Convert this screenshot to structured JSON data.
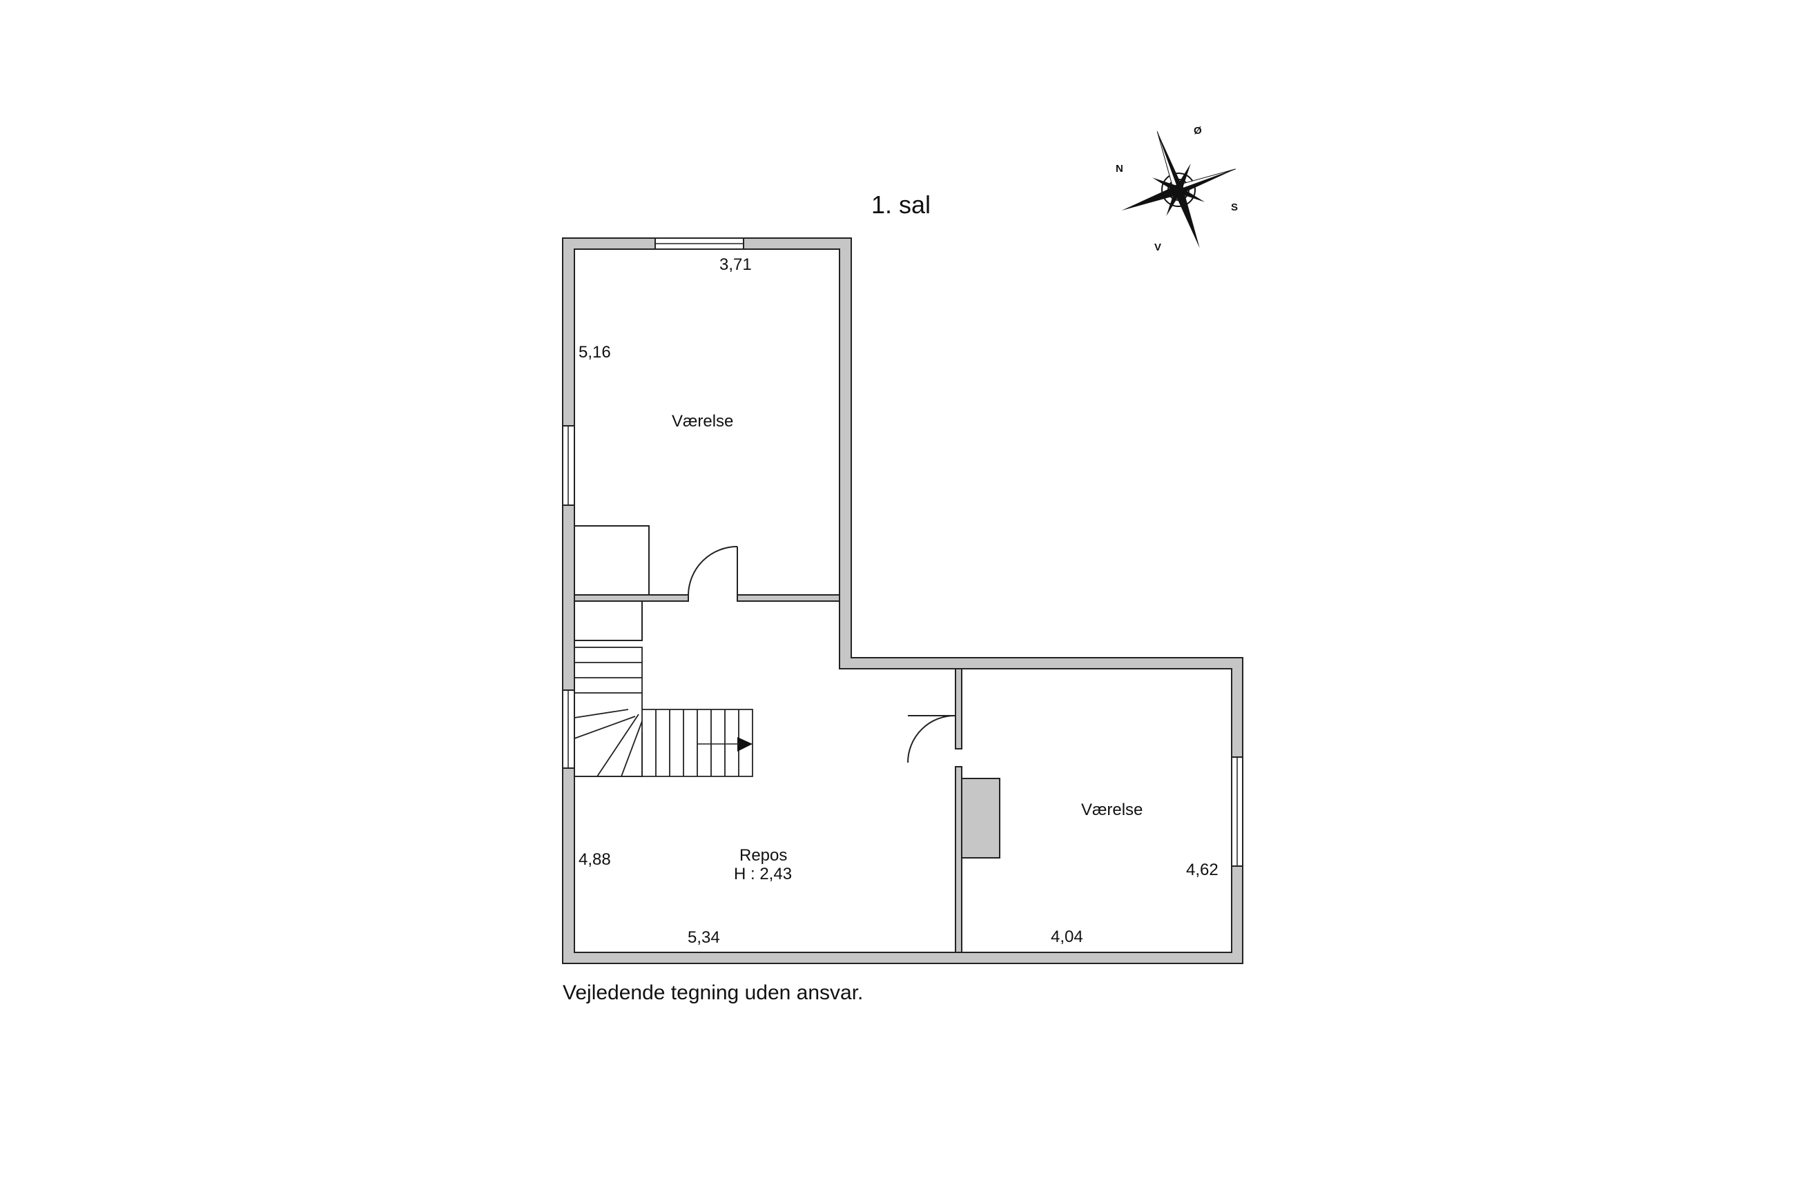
{
  "floor_title": "1. sal",
  "compass": {
    "north": "N",
    "east": "Ø",
    "south": "S",
    "west": "V"
  },
  "rooms": [
    {
      "name": "Værelse",
      "width": "3,71",
      "length": "5,16"
    },
    {
      "name": "Repos",
      "height_label": "H : 2,43",
      "width": "5,34",
      "length": "4,88"
    },
    {
      "name": "Værelse",
      "width": "4,04",
      "length": "4,62"
    }
  ],
  "disclaimer": "Vejledende tegning uden ansvar.",
  "colors": {
    "wall_fill": "#c6c6c6",
    "wall_stroke": "#222222",
    "background": "#ffffff"
  }
}
